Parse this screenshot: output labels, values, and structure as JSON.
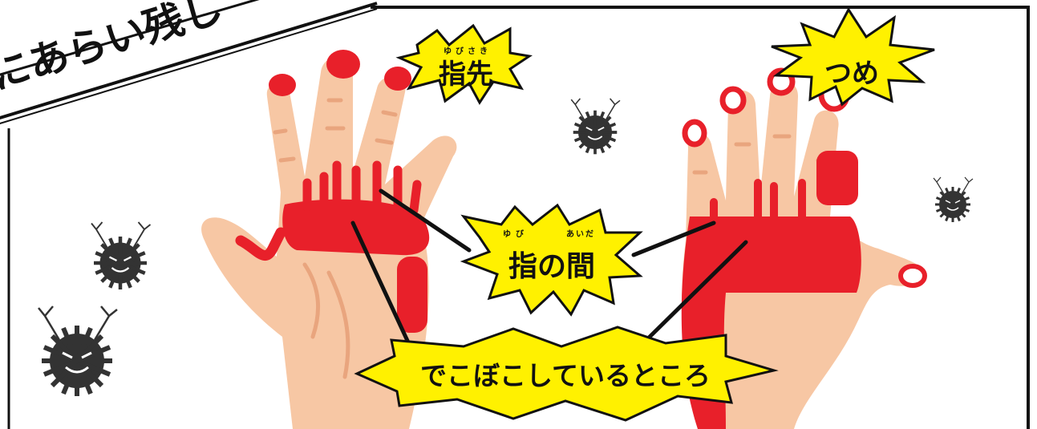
{
  "title": "にあらい残し",
  "labels": {
    "fingertips": {
      "text": "指先",
      "ruby": "ゆびさき"
    },
    "nails": {
      "text": "つめ"
    },
    "between_fingers": {
      "text": "指の間",
      "ruby_yubi": "ゆび",
      "ruby_aida": "あいだ"
    },
    "bumpy_areas": {
      "text": "でこぼこしているところ"
    }
  },
  "colors": {
    "skin": "#F7C7A4",
    "skin_shadow": "#E9A57E",
    "missed_area": "#E8202A",
    "burst_fill": "#FFF100",
    "outline": "#111111",
    "germ": "#333333"
  },
  "icons": [
    "germ-icon",
    "left-hand-palm-illustration",
    "right-hand-back-illustration"
  ]
}
